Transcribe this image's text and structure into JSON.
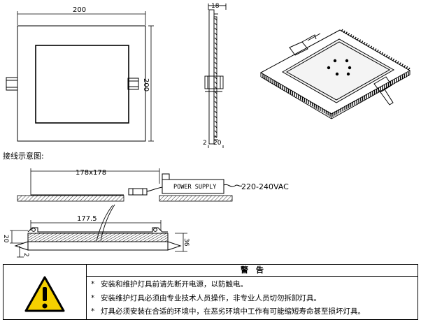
{
  "front_view": {
    "width_label": "200",
    "height_label": "200"
  },
  "side_view": {
    "top_label": "18",
    "bottom_left_label": "2",
    "bottom_right_label": "20"
  },
  "wiring": {
    "section_label": "接线示意图:",
    "cutout_label": "178x178",
    "driver_label": "POWER  SUPPLY",
    "input_label": "220-240VAC",
    "panel_label": "177.5",
    "left_height_label": "20",
    "bottom_label": "2",
    "right_height_label": "36"
  },
  "warning": {
    "title": "警　告",
    "icon": "warning-triangle-icon",
    "bullet": "*",
    "items": [
      "安装和维护灯具前请先断开电源，以防触电。",
      "安装维护灯具必须由专业技术人员操作，非专业人员切勿拆卸灯具。",
      "灯具必须安装在合适的环境中，在恶劣环境中工作有可能缩短寿命甚至损坏灯具。"
    ],
    "colors": {
      "icon_fill": "#f5d000",
      "icon_stroke": "#000000"
    }
  }
}
